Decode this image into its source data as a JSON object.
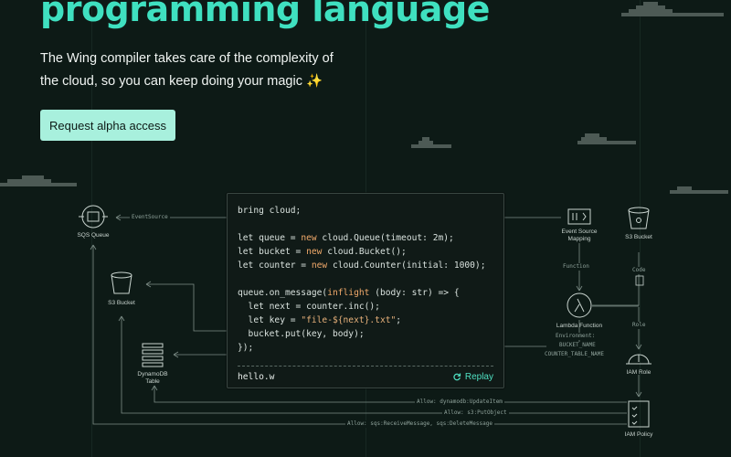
{
  "hero": {
    "heading": "programming language",
    "subtitle": "The Wing compiler takes care of the complexity of the cloud, so you can keep doing your magic ✨",
    "cta_label": "Request alpha access"
  },
  "code": {
    "lines": [
      "bring cloud;",
      "",
      "let queue = new cloud.Queue(timeout: 2m);",
      "let bucket = new cloud.Bucket();",
      "let counter = new cloud.Counter(initial: 1000);",
      "",
      "queue.on_message(inflight (body: str) => {",
      "  let next = counter.inc();",
      "  let key = \"file-${next}.txt\";",
      "  bucket.put(key, body);",
      "});"
    ],
    "filename": "hello.w",
    "replay_label": "Replay"
  },
  "diagram": {
    "nodes": {
      "sqs_queue": "SQS Queue",
      "s3_bucket_left": "S3 Bucket",
      "dynamodb": "DynamoDB Table",
      "event_source_mapping": "Event Source Mapping",
      "s3_bucket_right": "S3 Bucket",
      "lambda": "Lambda Function",
      "iam_role": "IAM Role",
      "iam_policy": "IAM Policy"
    },
    "edges": {
      "event_source": "EventSource",
      "function": "Function",
      "code": "Code",
      "role": "Role",
      "environment": "Environment:",
      "env_bucket": "BUCKET_NAME",
      "env_counter": "COUNTER_TABLE_NAME",
      "allow_dynamo": "Allow: dynamodb:UpdateItem",
      "allow_s3": "Allow: s3:PutObject",
      "allow_sqs": "Allow: sqs:ReceiveMessage, sqs:DeleteMessage"
    }
  },
  "colors": {
    "background": "#0d1a16",
    "accent": "#3fe0c0",
    "button": "#a8f0dd"
  }
}
